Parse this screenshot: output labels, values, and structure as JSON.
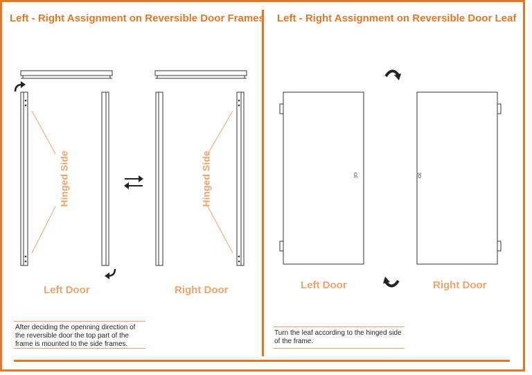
{
  "left_panel": {
    "title": "Left - Right Assignment on Reversible Door Frames",
    "hinged_side_left": "Hinged Side",
    "hinged_side_right": "Hinged Side",
    "left_door_label": "Left Door",
    "right_door_label": "Right Door",
    "note": "After deciding the openning direction of the reversible door the top part of the frame is mounted to the side frames."
  },
  "right_panel": {
    "title": "Left - Right Assignment on Reversible Door Leaf",
    "left_door_label": "Left Door",
    "right_door_label": "Right Door",
    "lock_mark_left": "CE",
    "lock_mark_right": "CE",
    "note": "Turn the leaf according to the hinged side of the frame."
  },
  "colors": {
    "accent": "#e27727",
    "label": "#f0a36a",
    "line": "#333333"
  },
  "icons": {
    "swap": "swap-arrows-icon",
    "rotate": "rotate-arrow-icon"
  }
}
